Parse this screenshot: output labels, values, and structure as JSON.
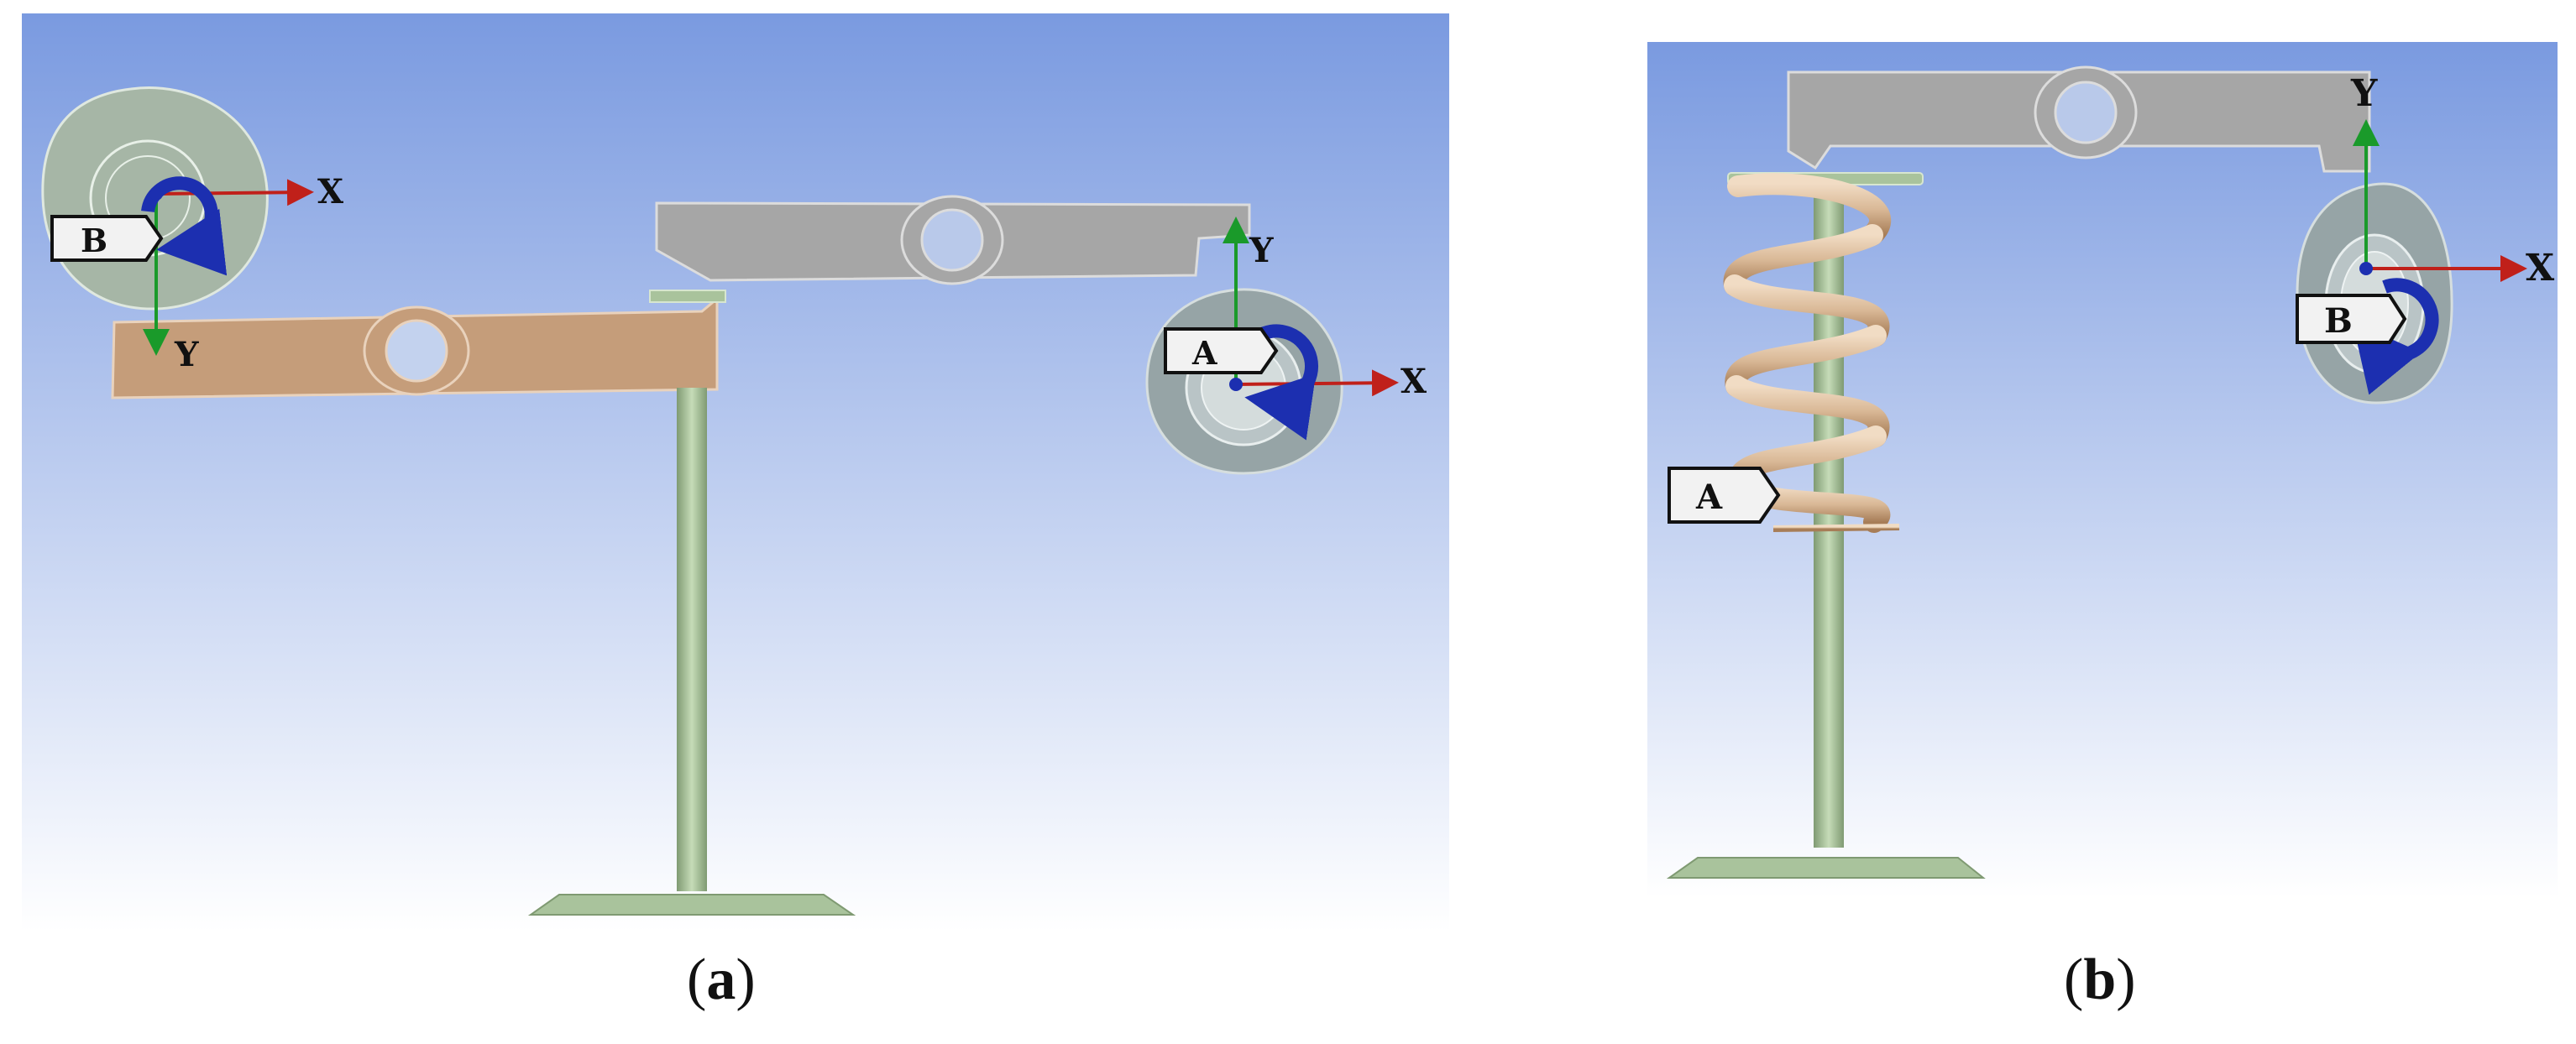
{
  "panels": [
    {
      "id": "a",
      "caption": "(a)",
      "caption_letter": "a",
      "markers": [
        {
          "tag": "B",
          "x_axis": "X",
          "y_axis": "Y"
        },
        {
          "tag": "A",
          "x_axis": "X",
          "y_axis": "Y"
        }
      ]
    },
    {
      "id": "b",
      "caption": "(b)",
      "caption_letter": "b",
      "markers": [
        {
          "tag": "A"
        },
        {
          "tag": "B",
          "x_axis": "X",
          "y_axis": "Y"
        }
      ]
    }
  ],
  "colors": {
    "background_top": "#7a9ae0",
    "background_bottom": "#ffffff",
    "rocker_arm": "#c59d7a",
    "lever": "#a6a6a6",
    "valve": "#a9c39c",
    "cam": "#96a4a6",
    "spring": "#d9b896",
    "x_axis": "#c0201a",
    "y_axis": "#1a9a2a",
    "rotation_arrow": "#1c2fb0"
  }
}
